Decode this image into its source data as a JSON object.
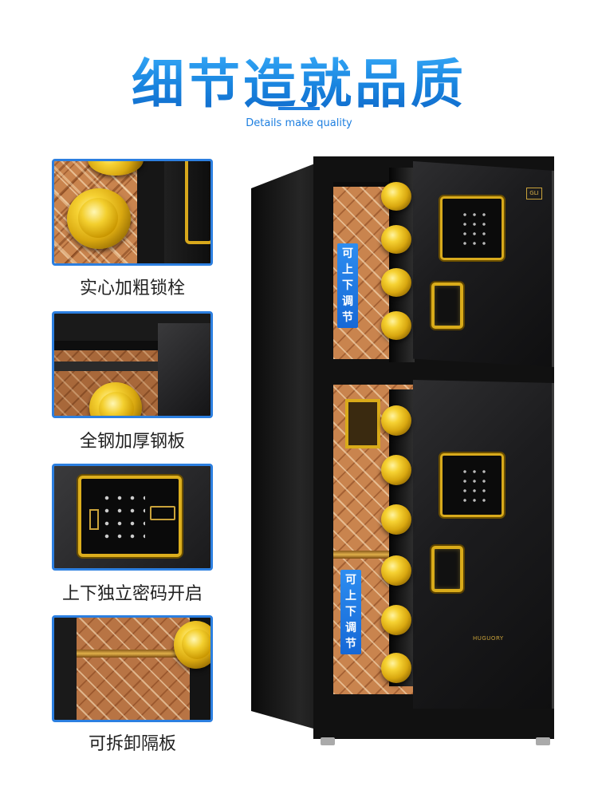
{
  "header": {
    "title": "细节造就品质",
    "subtitle": "Details make quality"
  },
  "features": [
    {
      "caption": "实心加粗锁栓"
    },
    {
      "caption": "全钢加厚钢板"
    },
    {
      "caption": "上下独立密码开启"
    },
    {
      "caption": "可拆卸隔板"
    }
  ],
  "safe": {
    "adjust_label_top": "可上下调节",
    "adjust_label_bottom": "可上下调节",
    "badge_text": "GLI",
    "brand_text": "HUGUORY"
  },
  "colors": {
    "accent_blue": "#1a86e0",
    "gold": "#e2b61f",
    "body_black": "#111111"
  }
}
